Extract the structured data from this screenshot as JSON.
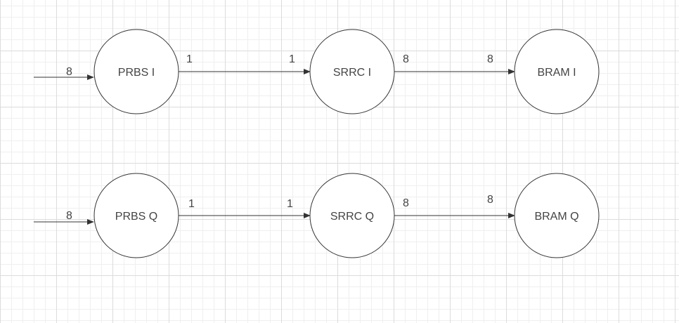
{
  "diagram": {
    "nodes": [
      {
        "id": "prbs_i",
        "label": "PRBS I"
      },
      {
        "id": "srrc_i",
        "label": "SRRC I"
      },
      {
        "id": "bram_i",
        "label": "BRAM I"
      },
      {
        "id": "prbs_q",
        "label": "PRBS Q"
      },
      {
        "id": "srrc_q",
        "label": "SRRC Q"
      },
      {
        "id": "bram_q",
        "label": "BRAM Q"
      }
    ],
    "edges": [
      {
        "from": "input_i",
        "to": "prbs_i",
        "label_in": "8"
      },
      {
        "from": "prbs_i",
        "to": "srrc_i",
        "label_out": "1",
        "label_in": "1"
      },
      {
        "from": "srrc_i",
        "to": "bram_i",
        "label_out": "8",
        "label_in": "8"
      },
      {
        "from": "input_q",
        "to": "prbs_q",
        "label_in": "8"
      },
      {
        "from": "prbs_q",
        "to": "srrc_q",
        "label_out": "1",
        "label_in": "1"
      },
      {
        "from": "srrc_q",
        "to": "bram_q",
        "label_out": "8",
        "label_in": "8"
      }
    ]
  },
  "colors": {
    "stroke": "#333333",
    "text": "#444444",
    "background": "#ffffff",
    "grid_major": "#dcdcdc",
    "grid_minor": "#efefef"
  }
}
